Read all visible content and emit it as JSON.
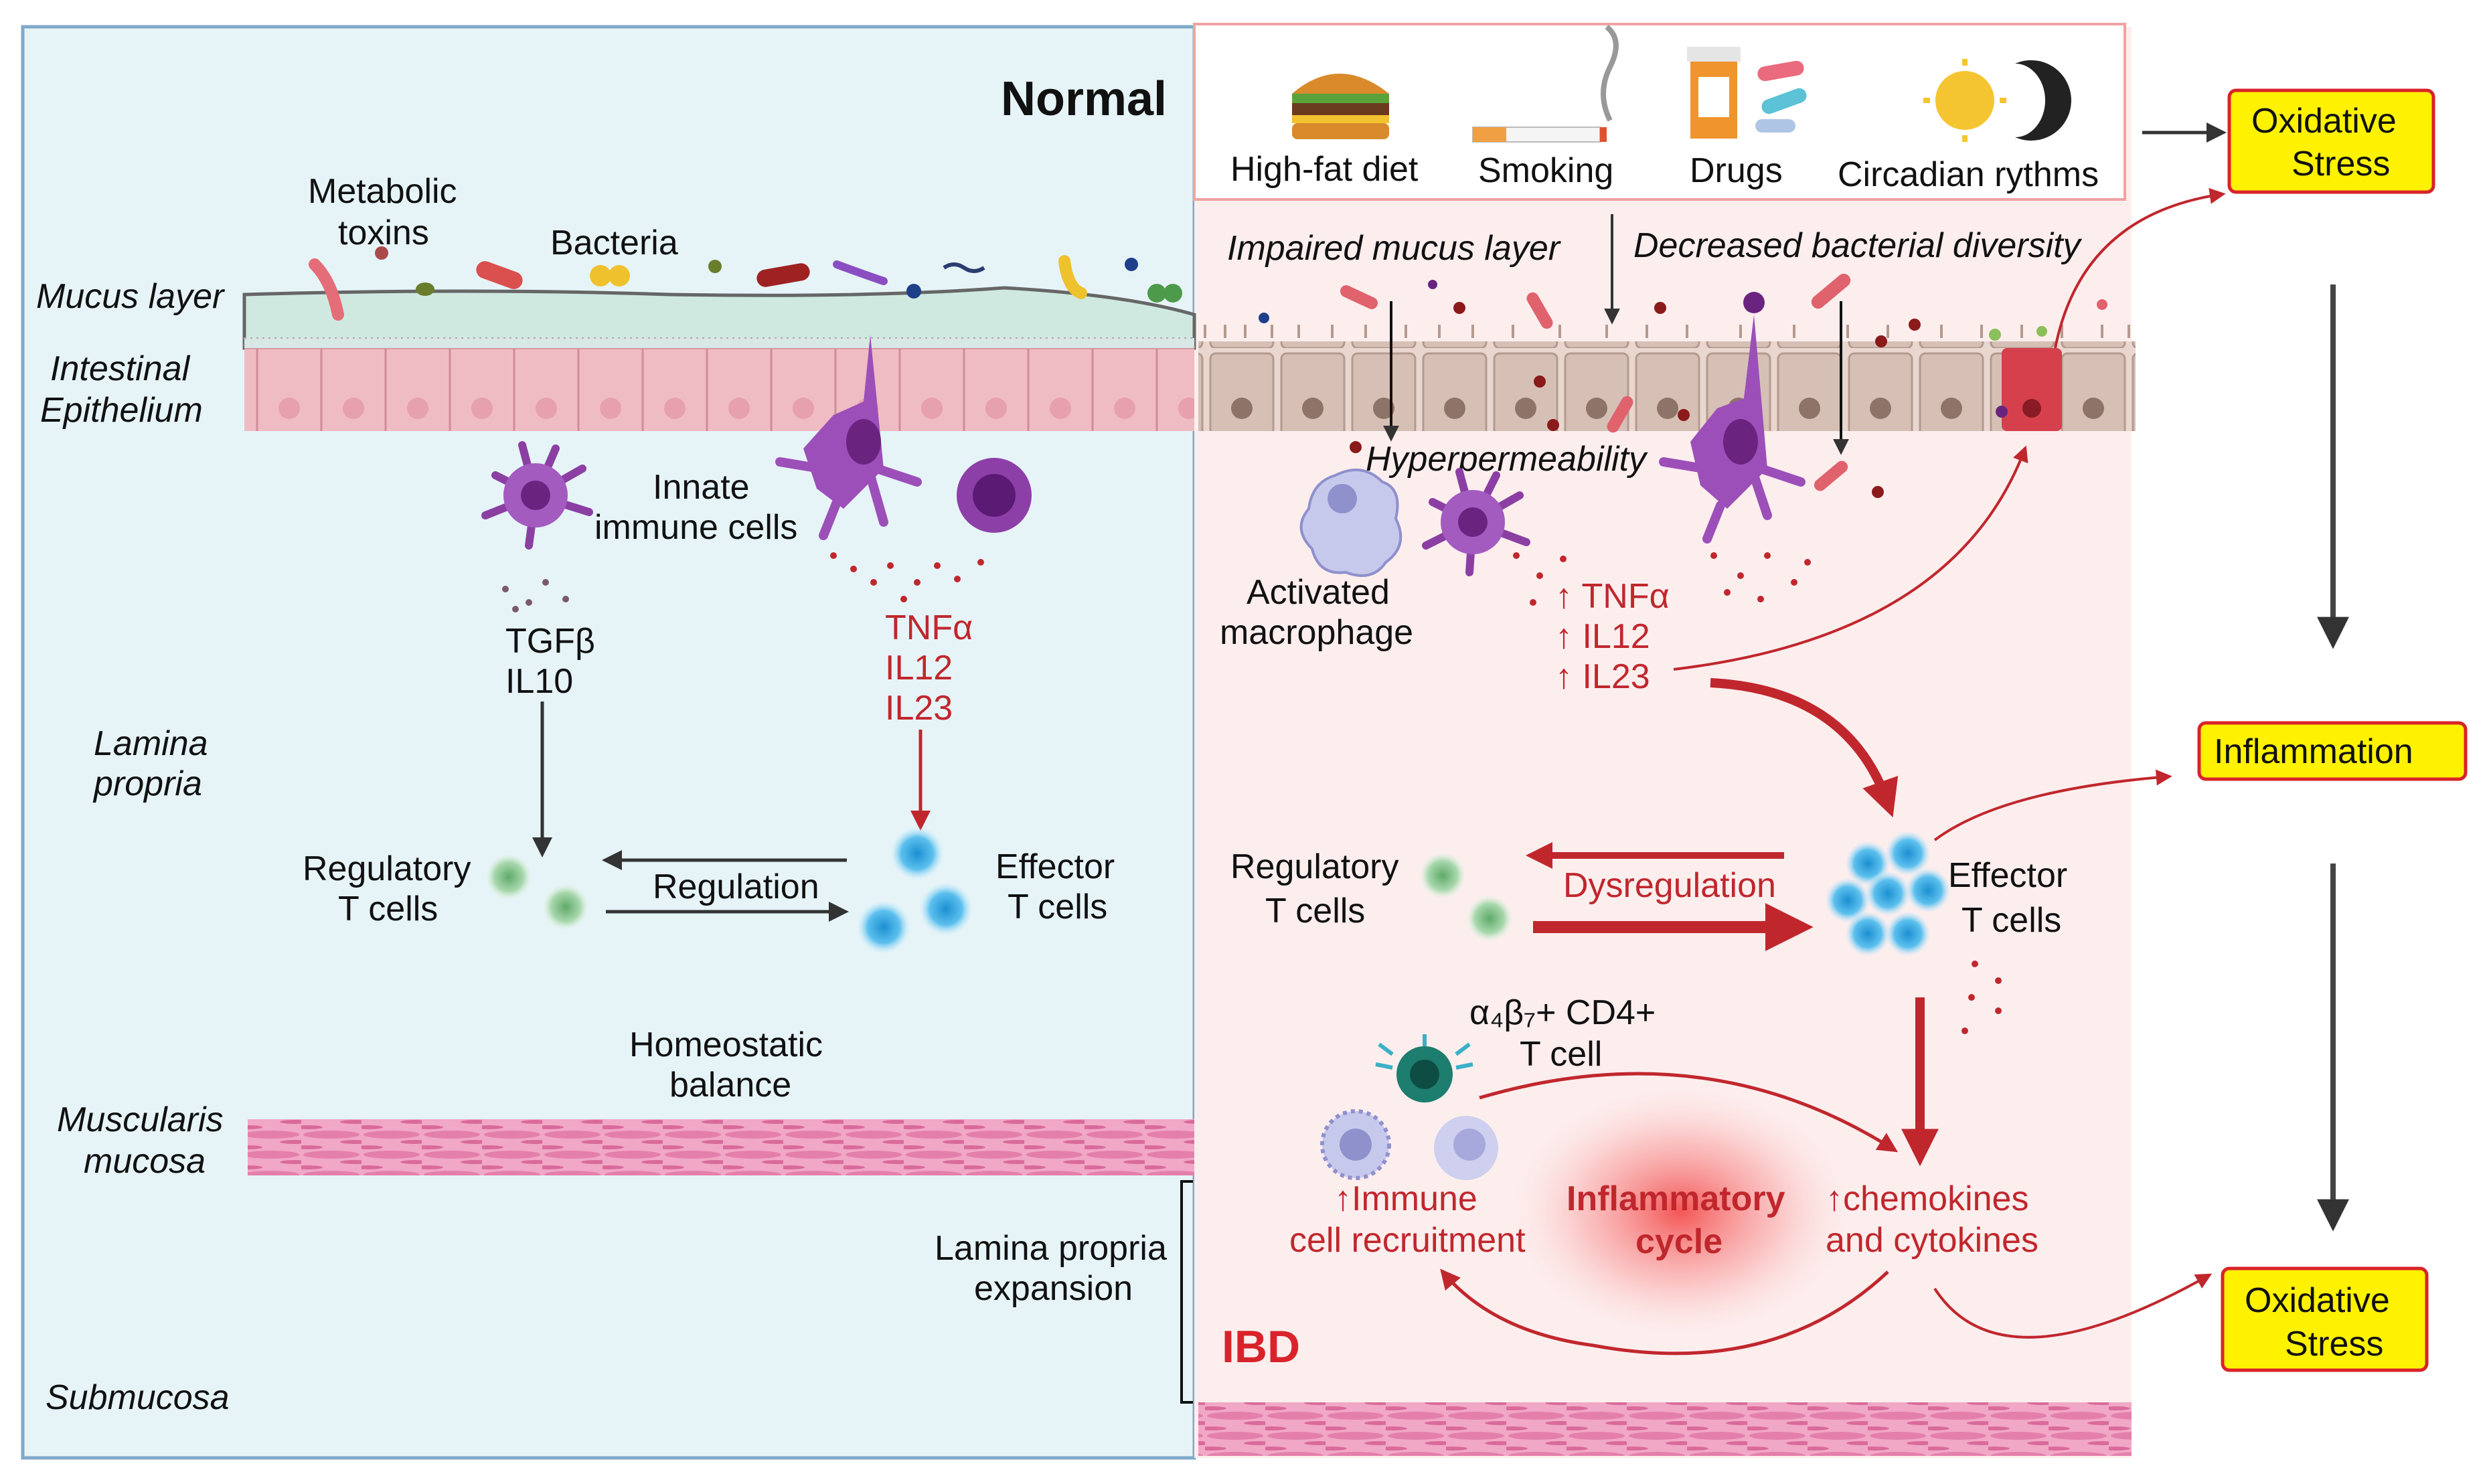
{
  "panel_titles": {
    "normal": "Normal",
    "ibd": "IBD"
  },
  "layers": {
    "mucus": "Mucus layer",
    "epithelium_1": "Intestinal",
    "epithelium_2": "Epithelium",
    "lamina_1": "Lamina",
    "lamina_2": "propria",
    "muscularis_1": "Muscularis",
    "muscularis_2": "mucosa",
    "submucosa": "Submucosa"
  },
  "normal": {
    "metabolic_1": "Metabolic",
    "metabolic_2": "toxins",
    "bacteria": "Bacteria",
    "innate_1": "Innate",
    "innate_2": "immune cells",
    "tgfb": "TGFβ",
    "il10": "IL10",
    "tnfa": "TNFα",
    "il12": "IL12",
    "il23": "IL23",
    "treg_1": "Regulatory",
    "treg_2": "T cells",
    "regulation": "Regulation",
    "teff_1": "Effector",
    "teff_2": "T cells",
    "homeostatic_1": "Homeostatic",
    "homeostatic_2": "balance",
    "lp_expansion_1": "Lamina propria",
    "lp_expansion_2": "expansion"
  },
  "risk_factors": [
    {
      "label": "High-fat diet",
      "icon": "burger-icon"
    },
    {
      "label": "Smoking",
      "icon": "cigarette-icon"
    },
    {
      "label": "Drugs",
      "icon": "pill-bottle-icon"
    },
    {
      "label": "Circadian rythms",
      "icon": "sun-moon-icon"
    }
  ],
  "ibd": {
    "impaired_mucus": "Impaired mucus layer",
    "decreased_diversity": "Decreased bacterial diversity",
    "hyperpermeability": "Hyperpermeability",
    "macrophage_1": "Activated",
    "macrophage_2": "macrophage",
    "tnfa": "↑ TNFα",
    "il12": "↑ IL12",
    "il23": "↑ IL23",
    "treg_1": "Regulatory",
    "treg_2": "T cells",
    "dysregulation": "Dysregulation",
    "teff_1": "Effector",
    "teff_2": "T cells",
    "a4b7_1": "α₄β₇+ CD4+",
    "a4b7_2": "T cell",
    "recruit_1": "↑Immune",
    "recruit_2": "cell recruitment",
    "cycle_1": "Inflammatory",
    "cycle_2": "cycle",
    "chemokines_1": "↑chemokines",
    "chemokines_2": "and cytokines"
  },
  "outcomes": {
    "oxidative_top_1": "Oxidative",
    "oxidative_top_2": "Stress",
    "inflammation": "Inflammation",
    "oxidative_bottom_1": "Oxidative",
    "oxidative_bottom_2": "Stress"
  },
  "colors": {
    "normal_bg": "#e6f4f8",
    "ibd_bg": "#fdeeee",
    "accent_red": "#c0272d",
    "outcome_fill": "#fff200"
  }
}
